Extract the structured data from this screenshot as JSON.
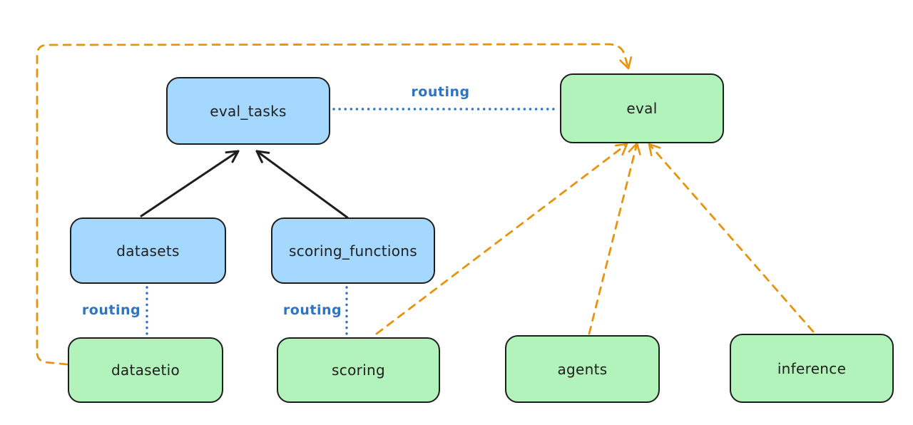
{
  "nodes": {
    "eval_tasks": {
      "label": "eval_tasks",
      "kind": "registry"
    },
    "eval": {
      "label": "eval",
      "kind": "api"
    },
    "datasets": {
      "label": "datasets",
      "kind": "registry"
    },
    "scoring_functions": {
      "label": "scoring_functions",
      "kind": "registry"
    },
    "datasetio": {
      "label": "datasetio",
      "kind": "api"
    },
    "scoring": {
      "label": "scoring",
      "kind": "api"
    },
    "agents": {
      "label": "agents",
      "kind": "api"
    },
    "inference": {
      "label": "inference",
      "kind": "api"
    }
  },
  "edges": [
    {
      "from": "datasets",
      "to": "eval_tasks",
      "style": "solid-black-arrow"
    },
    {
      "from": "scoring_functions",
      "to": "eval_tasks",
      "style": "solid-black-arrow"
    },
    {
      "from": "eval_tasks",
      "to": "eval",
      "style": "dotted-blue",
      "label": "routing"
    },
    {
      "from": "datasets",
      "to": "datasetio",
      "style": "dotted-blue",
      "label": "routing"
    },
    {
      "from": "scoring_functions",
      "to": "scoring",
      "style": "dotted-blue",
      "label": "routing"
    },
    {
      "from": "datasetio",
      "to": "eval",
      "style": "dashed-orange-arrow"
    },
    {
      "from": "scoring",
      "to": "eval",
      "style": "dashed-orange-arrow"
    },
    {
      "from": "agents",
      "to": "eval",
      "style": "dashed-orange-arrow"
    },
    {
      "from": "inference",
      "to": "eval",
      "style": "dashed-orange-arrow"
    }
  ],
  "colors": {
    "node_blue_fill": "#a5d8ff",
    "node_green_fill": "#b2f2bb",
    "node_border": "#1e1e1e",
    "routing_blue": "#2f74c0",
    "arrow_black": "#1e1e1e",
    "arrow_orange": "#e8930c",
    "background": "#ffffff",
    "text_color": "#1e1e1e"
  }
}
